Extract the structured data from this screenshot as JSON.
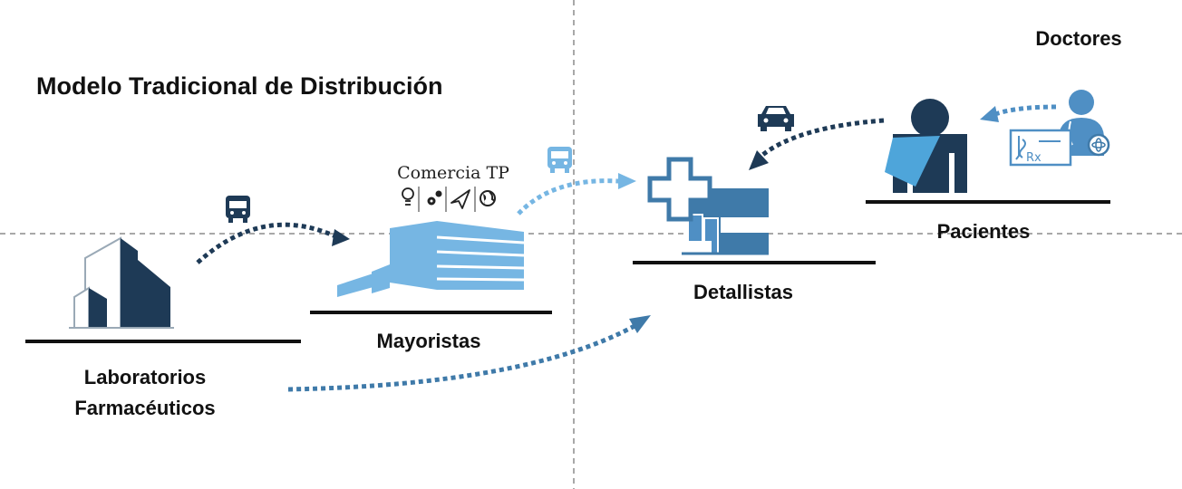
{
  "title": "Modelo Tradicional de Distribución",
  "nodes": {
    "laboratorios": [
      "Laboratorios",
      "Farmacéuticos"
    ],
    "mayoristas": "Mayoristas",
    "detallistas": "Detallistas",
    "pacientes": "Pacientes",
    "doctores": "Doctores"
  },
  "brand": {
    "name": "Comercia TP",
    "icons": [
      "lightbulb-icon",
      "gears-icon",
      "paper-plane-icon",
      "globe-icon"
    ]
  },
  "prescription_label": "Rx",
  "icons": [
    "factory-building-icon",
    "warehouse-icon",
    "pharmacy-cross-icon",
    "patient-icon",
    "doctor-icon",
    "prescription-icon",
    "bus-icon",
    "car-icon"
  ],
  "colors": {
    "dark_navy": "#1e3a56",
    "steel_blue": "#3f7aa9",
    "light_blue": "#76b6e3",
    "sky_blue": "#4ea5da",
    "text": "#111111",
    "divider": "#8c8c8c"
  }
}
